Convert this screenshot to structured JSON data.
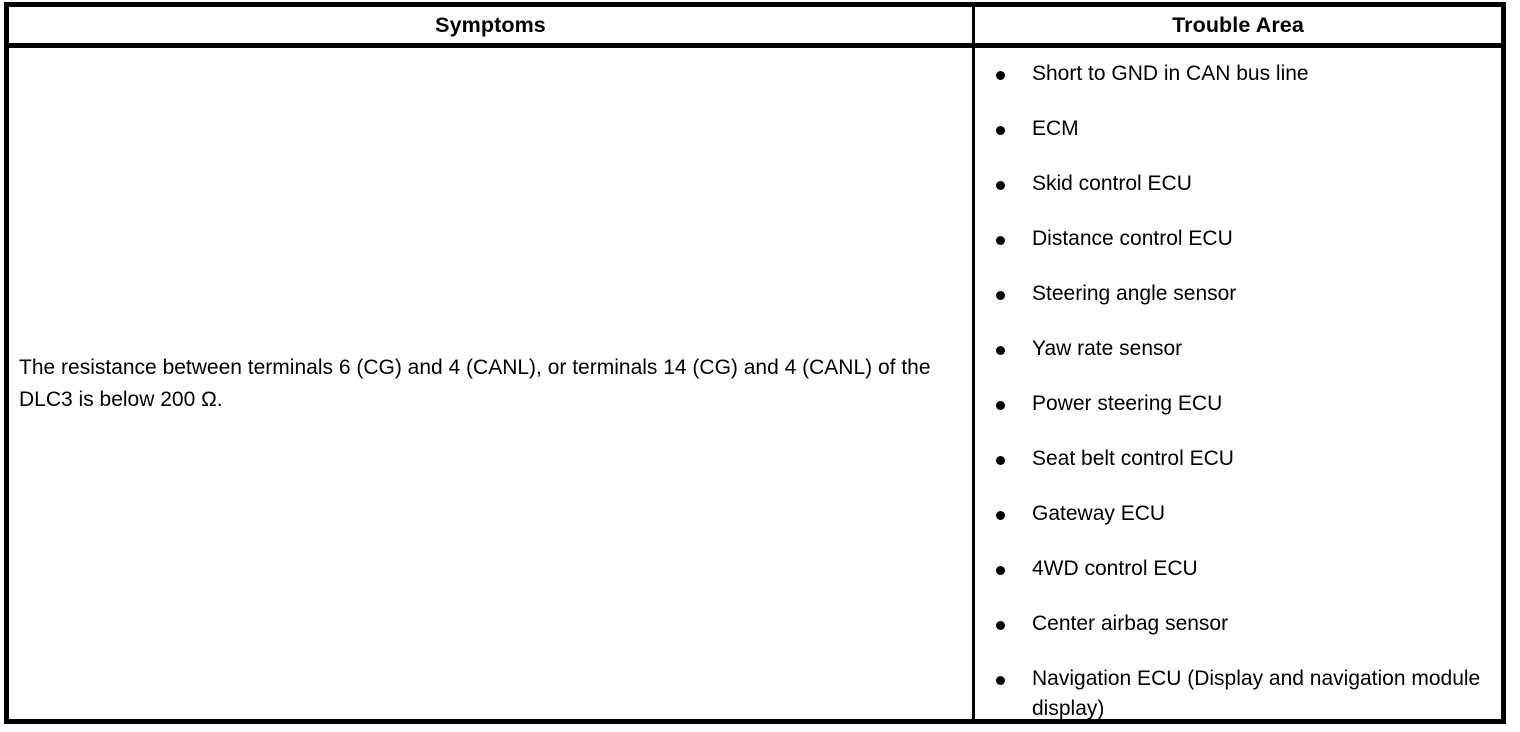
{
  "table": {
    "headers": {
      "symptoms": "Symptoms",
      "trouble_area": "Trouble Area"
    },
    "row": {
      "symptom": "The resistance between terminals 6 (CG) and 4 (CANL), or terminals 14 (CG) and 4 (CANL) of the DLC3 is below 200 Ω.",
      "trouble_areas": [
        "Short to GND in CAN bus line",
        "ECM",
        "Skid control ECU",
        "Distance control ECU",
        "Steering angle sensor",
        "Yaw rate sensor",
        "Power steering ECU",
        "Seat belt control ECU",
        "Gateway ECU",
        "4WD control ECU",
        "Center airbag sensor",
        "Navigation ECU (Display and navigation module display)"
      ]
    }
  },
  "style": {
    "text_color": "#000000",
    "background_color": "#ffffff",
    "border_color": "#000000"
  }
}
